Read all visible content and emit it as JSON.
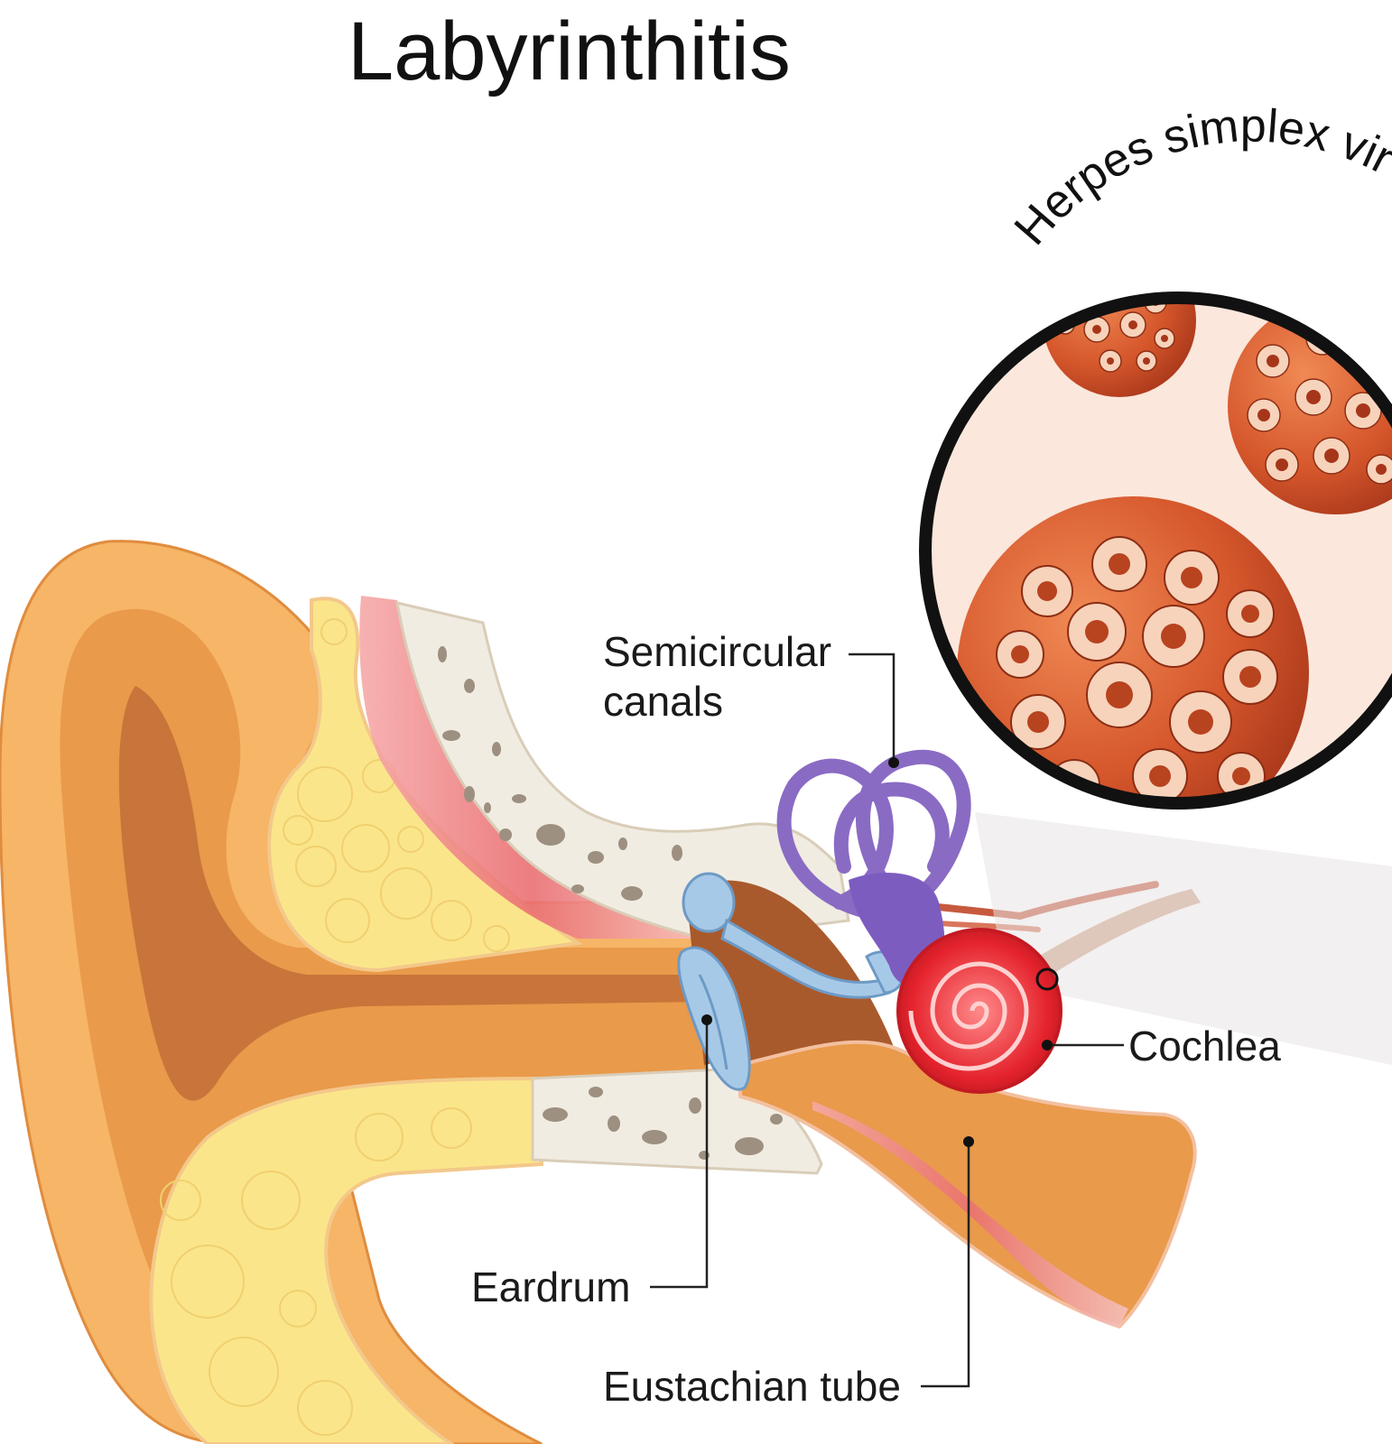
{
  "title": "Labyrinthitis",
  "magnifier": {
    "label": "Herpes simplex virus"
  },
  "labels": {
    "semicircular_line1": "Semicircular",
    "semicircular_line2": "canals",
    "cochlea": "Cochlea",
    "eardrum": "Eardrum",
    "eustachian_tube": "Eustachian tube"
  },
  "colors": {
    "skin_light": "#f6b567",
    "skin_mid": "#e99a4a",
    "skin_dark": "#c9743a",
    "fat": "#fbe58a",
    "bone": "#f1ece2",
    "semicircular": "#8a6bc4",
    "cochlea": "#e5232d",
    "eardrum": "#a7c9e8",
    "virus": "#d5562b",
    "virus_spot": "#f7d3bb",
    "magnifier_ring": "#111111",
    "magnifier_bg": "#fbe7dc"
  }
}
